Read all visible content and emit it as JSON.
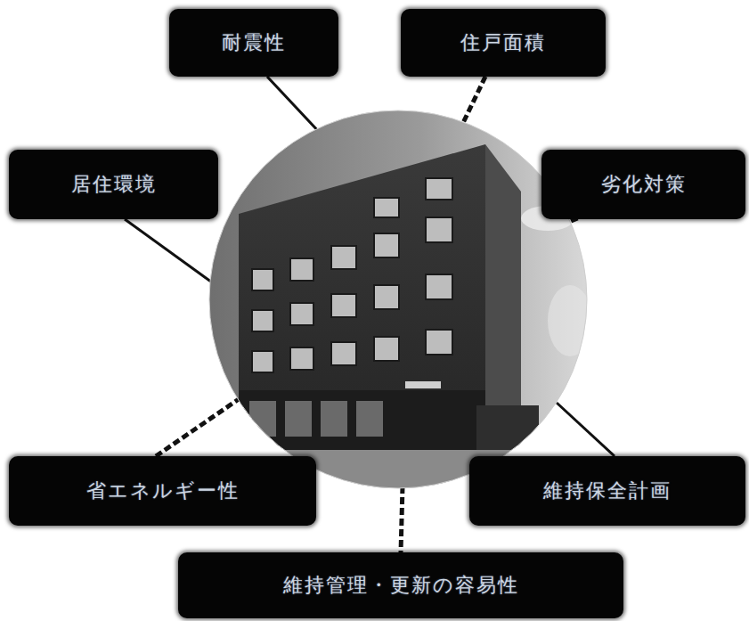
{
  "diagram": {
    "nodes": [
      {
        "text": [
          "耐震性"
        ]
      },
      {
        "text": [
          "住戸面積"
        ]
      },
      {
        "text": [
          "居住環境"
        ]
      },
      {
        "text": [
          "劣化対策"
        ]
      },
      {
        "text": [
          "省エネルギー性"
        ]
      },
      {
        "text": [
          "維持保全計画"
        ]
      },
      {
        "text": [
          "維持管理・更新の容易性"
        ]
      }
    ]
  }
}
